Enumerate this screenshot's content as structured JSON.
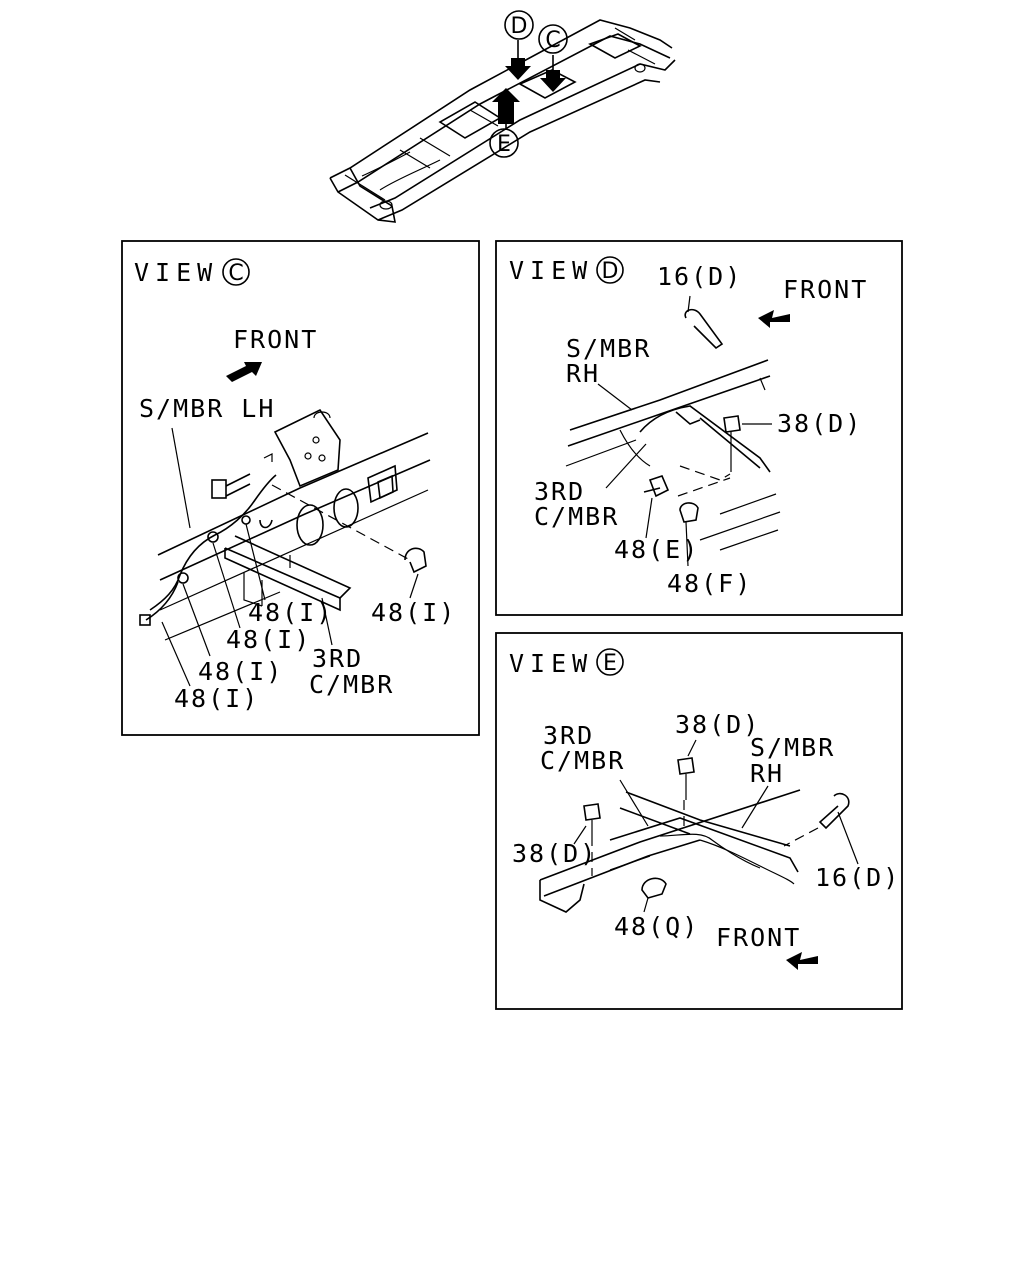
{
  "overview": {
    "callout_d": "D",
    "callout_c": "C",
    "callout_e": "E"
  },
  "view_c": {
    "title": "VIEW",
    "letter": "C",
    "front": "FRONT",
    "side_member": "S/MBR LH",
    "cross_member_1": "3RD",
    "cross_member_2": "C/MBR",
    "clip_1": "48(I)",
    "clip_2": "48(I)",
    "clip_3": "48(I)",
    "clip_4": "48(I)",
    "clip_5": "48(I)"
  },
  "view_d": {
    "title": "VIEW",
    "letter": "D",
    "front": "FRONT",
    "part_16": "16(D)",
    "side_member_1": "S/MBR",
    "side_member_2": "RH",
    "bolt": "38(D)",
    "cross_member_1": "3RD",
    "cross_member_2": "C/MBR",
    "clip_e": "48(E)",
    "clip_f": "48(F)"
  },
  "view_e": {
    "title": "VIEW",
    "letter": "E",
    "cross_member_1": "3RD",
    "cross_member_2": "C/MBR",
    "bolt_top": "38(D)",
    "side_member_1": "S/MBR",
    "side_member_2": "RH",
    "bolt_left": "38(D)",
    "part_16": "16(D)",
    "clip_q": "48(Q)",
    "front": "FRONT"
  }
}
